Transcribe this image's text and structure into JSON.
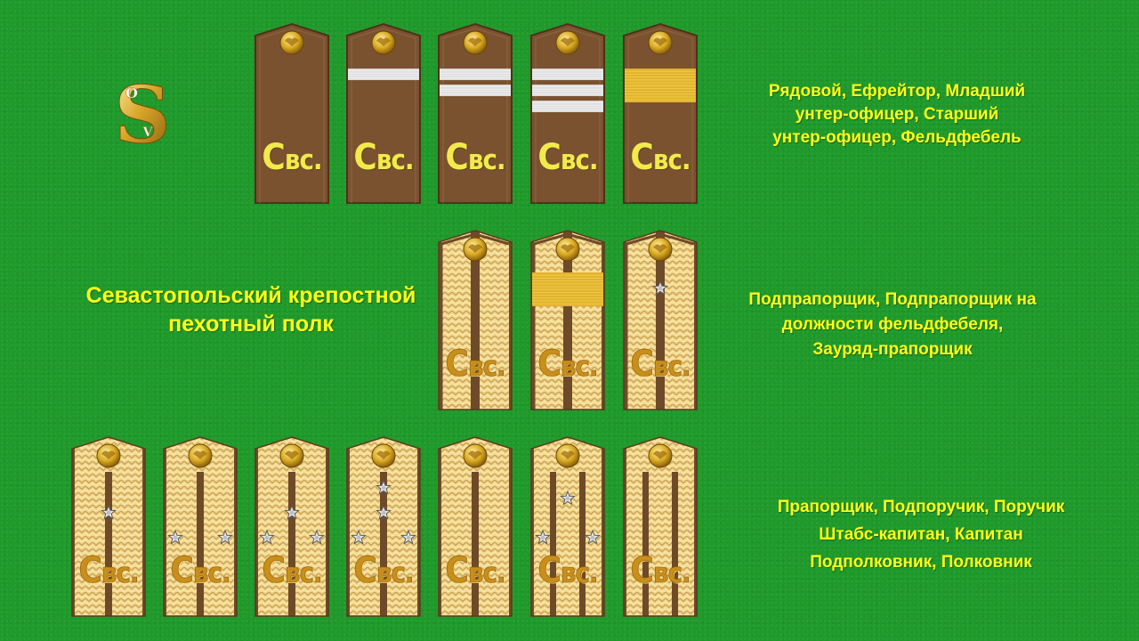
{
  "regiment_title": [
    "Севастопольский крепостной",
    "пехотный полк"
  ],
  "groups": [
    {
      "caption": [
        "Рядовой, Ефрейтор, Младший",
        "унтер-офицер, Старший",
        "унтер-офицер, Фельдфебель"
      ],
      "straps": [
        {
          "rank": "Рядовой",
          "lettering_initial": "С",
          "lettering_rest": "вс.",
          "stripes": 0,
          "wide_stripe": false
        },
        {
          "rank": "Ефрейтор",
          "lettering_initial": "С",
          "lettering_rest": "вс.",
          "stripes": 1,
          "wide_stripe": false
        },
        {
          "rank": "Младший унтер-офицер",
          "lettering_initial": "С",
          "lettering_rest": "вс.",
          "stripes": 2,
          "wide_stripe": false
        },
        {
          "rank": "Старший унтер-офицер",
          "lettering_initial": "С",
          "lettering_rest": "вс.",
          "stripes": 3,
          "wide_stripe": false
        },
        {
          "rank": "Фельдфебель",
          "lettering_initial": "С",
          "lettering_rest": "вс.",
          "stripes": 0,
          "wide_stripe": true
        }
      ]
    },
    {
      "caption": [
        "Подпрапорщик, Подпрапорщик на",
        "должности фельдфебеля,",
        "Зауряд-прапорщик"
      ],
      "straps": [
        {
          "rank": "Подпрапорщик",
          "lettering_initial": "С",
          "lettering_rest": "вс.",
          "stars": 0,
          "band": false
        },
        {
          "rank": "Подпрапорщик на должности фельдфебеля",
          "lettering_initial": "С",
          "lettering_rest": "вс.",
          "stars": 0,
          "band": true
        },
        {
          "rank": "Зауряд-прапорщик",
          "lettering_initial": "С",
          "lettering_rest": "вс.",
          "stars": 1,
          "band": false
        }
      ]
    },
    {
      "caption": [
        "Прапорщик, Подпоручик, Поручик",
        "Штабс-капитан, Капитан",
        "Подполковник, Полковник"
      ],
      "straps": [
        {
          "rank": "Прапорщик",
          "lettering_initial": "С",
          "lettering_rest": "вс.",
          "lumens": 1,
          "stars": 1
        },
        {
          "rank": "Подпоручик",
          "lettering_initial": "С",
          "lettering_rest": "вс.",
          "lumens": 1,
          "stars": 2
        },
        {
          "rank": "Поручик",
          "lettering_initial": "С",
          "lettering_rest": "вс.",
          "lumens": 1,
          "stars": 3
        },
        {
          "rank": "Штабс-капитан",
          "lettering_initial": "С",
          "lettering_rest": "вс.",
          "lumens": 1,
          "stars": 4
        },
        {
          "rank": "Капитан",
          "lettering_initial": "С",
          "lettering_rest": "вс.",
          "lumens": 1,
          "stars": 0
        },
        {
          "rank": "Подполковник",
          "lettering_initial": "С",
          "lettering_rest": "вс.",
          "lumens": 2,
          "stars": 3
        },
        {
          "rank": "Полковник",
          "lettering_initial": "С",
          "lettering_rest": "вс.",
          "lumens": 2,
          "stars": 0
        }
      ]
    }
  ],
  "logo": {
    "letters": "S O V",
    "icon": "monogram-logo-icon"
  },
  "colors": {
    "background": "#1f9a2a",
    "caption_text": "#ffff1a",
    "cloth": "#7a5230",
    "cloth_edge": "#4e3219",
    "galloon_light": "#f1d68a",
    "galloon_dark": "#c9a25a",
    "lumen": "#6e4a28",
    "silver_stripe": "#dcdcdc",
    "gold_stripe": "#e2b42c",
    "button_gold": "#d8a820",
    "soldier_lettering": "#f2ea4a",
    "officer_lettering": "#c98f1a"
  }
}
